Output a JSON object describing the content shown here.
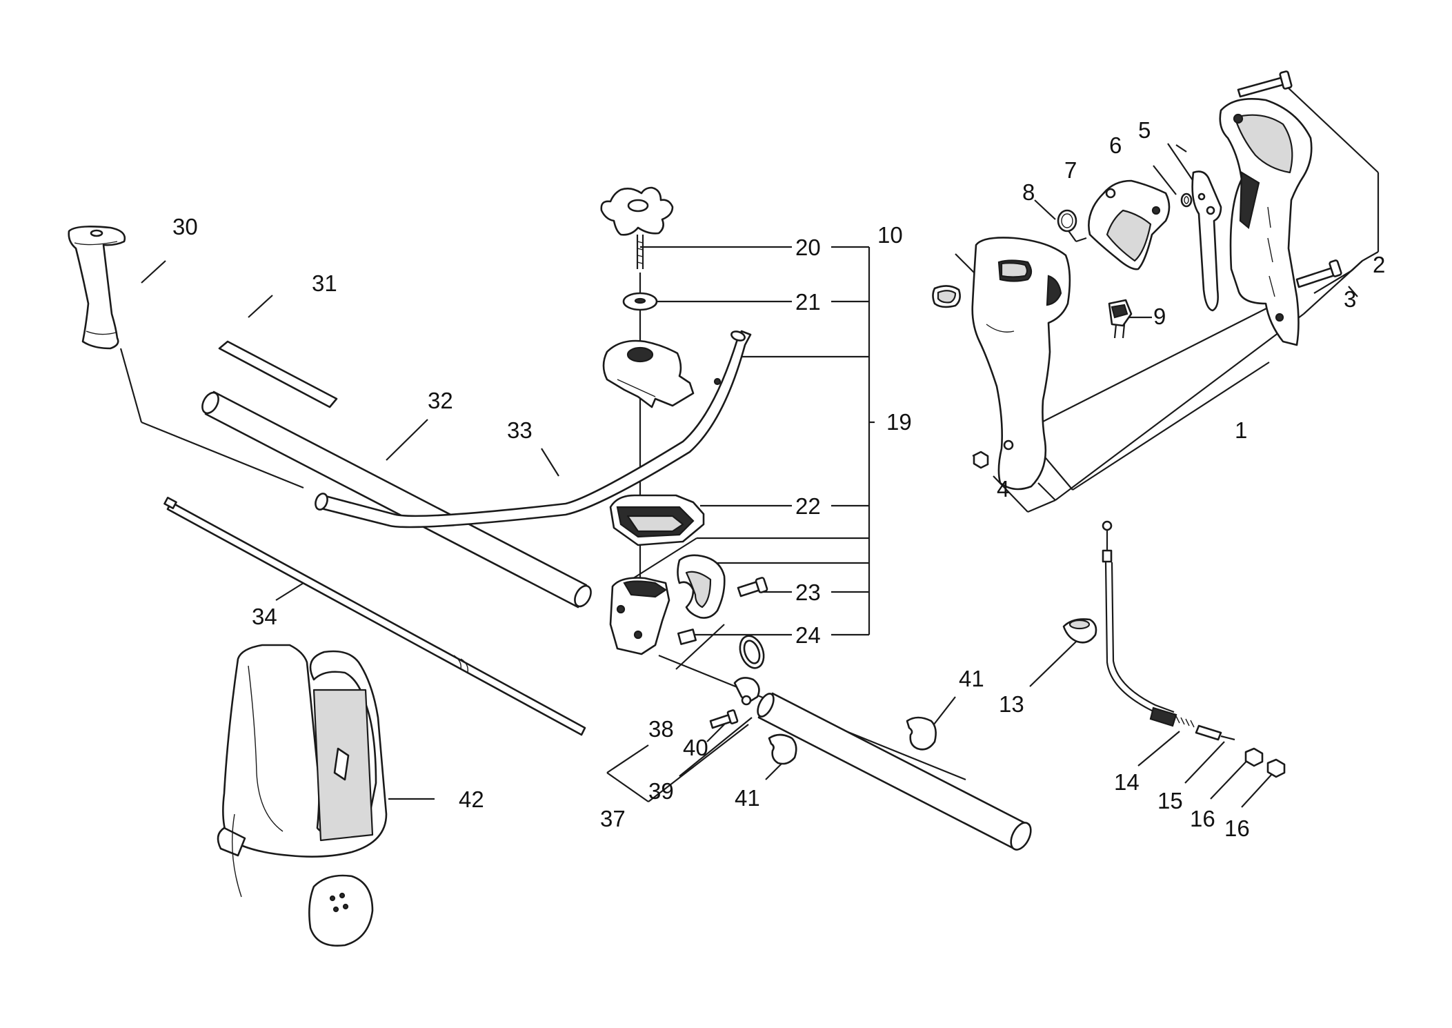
{
  "labels": {
    "p1": "1",
    "p2": "2",
    "p3": "3",
    "p4": "4",
    "p5": "5",
    "p6": "6",
    "p7": "7",
    "p8": "8",
    "p9": "9",
    "p10": "10",
    "p13": "13",
    "p14": "14",
    "p15": "15",
    "p16a": "16",
    "p16b": "16",
    "p19": "19",
    "p20": "20",
    "p21": "21",
    "p22": "22",
    "p23": "23",
    "p24": "24",
    "p30": "30",
    "p31": "31",
    "p32": "32",
    "p33": "33",
    "p34": "34",
    "p37": "37",
    "p38": "38",
    "p39": "39",
    "p40": "40",
    "p41a": "41",
    "p41b": "41",
    "p42": "42"
  },
  "colors": {
    "line": "#1a1a1a",
    "fill_light": "#d9d9d9",
    "fill_dark": "#2b2b2b",
    "background": "#ffffff"
  }
}
